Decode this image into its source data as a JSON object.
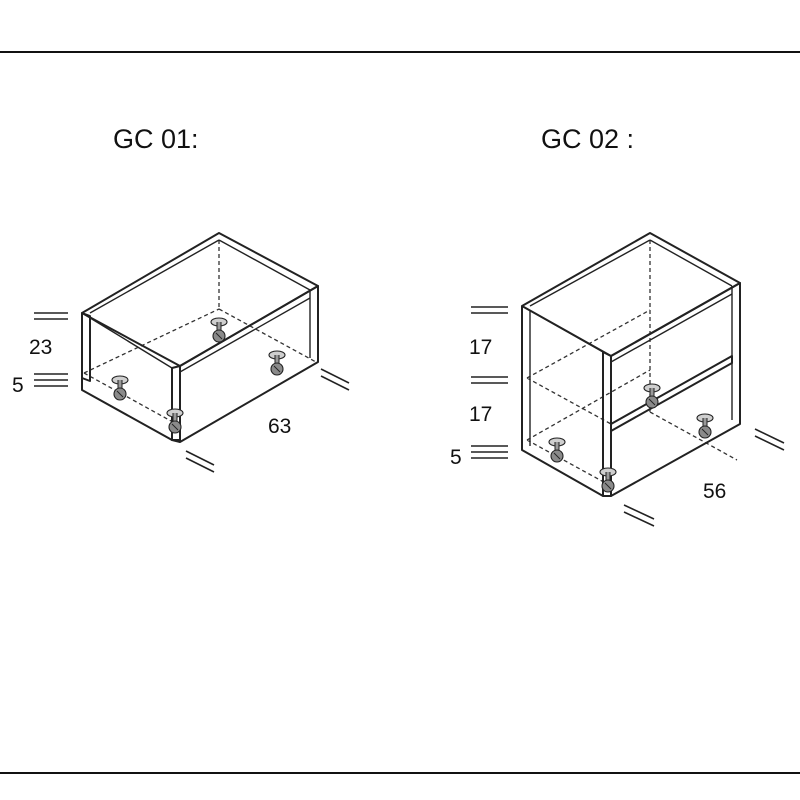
{
  "diagrams": [
    {
      "title": "GC 01:",
      "vertical_dims": [
        "23",
        "5"
      ],
      "width_dim": "63",
      "shelves": 0,
      "legs": 4
    },
    {
      "title": "GC 02 :",
      "vertical_dims": [
        "17",
        "17",
        "5"
      ],
      "width_dim": "56",
      "shelves": 1,
      "legs": 4
    }
  ],
  "colors": {
    "line": "#222222",
    "leg_fill": "#8a8a8a",
    "rule": "#111111"
  }
}
